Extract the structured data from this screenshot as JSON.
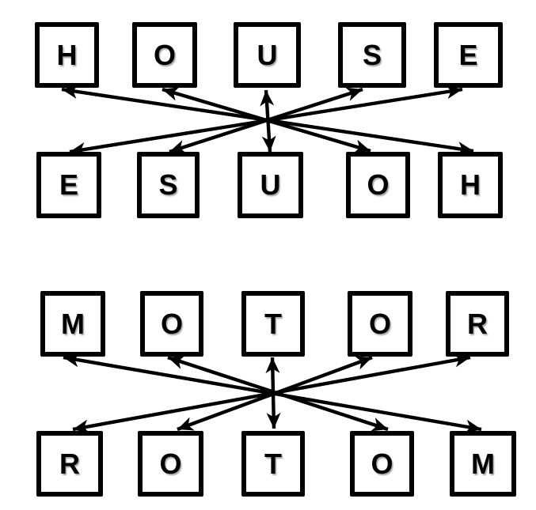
{
  "page": {
    "background": "#ffffff",
    "ink_color": "#000000",
    "description_visible_content_only": true
  },
  "diagrams": [
    {
      "id": "house-reversal",
      "top_word": "HOUSE",
      "bottom_word": "ESUOH",
      "top_letters": [
        "H",
        "O",
        "U",
        "S",
        "E"
      ],
      "bottom_letters": [
        "E",
        "S",
        "U",
        "O",
        "H"
      ],
      "arrow_style": "double-headed",
      "connections": [
        {
          "top_index": 0,
          "bottom_index": 4,
          "letter": "H"
        },
        {
          "top_index": 1,
          "bottom_index": 3,
          "letter": "O"
        },
        {
          "top_index": 2,
          "bottom_index": 2,
          "letter": "U"
        },
        {
          "top_index": 3,
          "bottom_index": 1,
          "letter": "S"
        },
        {
          "top_index": 4,
          "bottom_index": 0,
          "letter": "E"
        }
      ]
    },
    {
      "id": "motor-reversal",
      "top_word": "MOTOR",
      "bottom_word": "ROTOM",
      "top_letters": [
        "M",
        "O",
        "T",
        "O",
        "R"
      ],
      "bottom_letters": [
        "R",
        "O",
        "T",
        "O",
        "M"
      ],
      "arrow_style": "double-headed",
      "connections": [
        {
          "top_index": 0,
          "bottom_index": 4,
          "letter": "M"
        },
        {
          "top_index": 1,
          "bottom_index": 3,
          "letter": "O"
        },
        {
          "top_index": 2,
          "bottom_index": 2,
          "letter": "T"
        },
        {
          "top_index": 3,
          "bottom_index": 1,
          "letter": "O"
        },
        {
          "top_index": 4,
          "bottom_index": 0,
          "letter": "R"
        }
      ]
    }
  ]
}
